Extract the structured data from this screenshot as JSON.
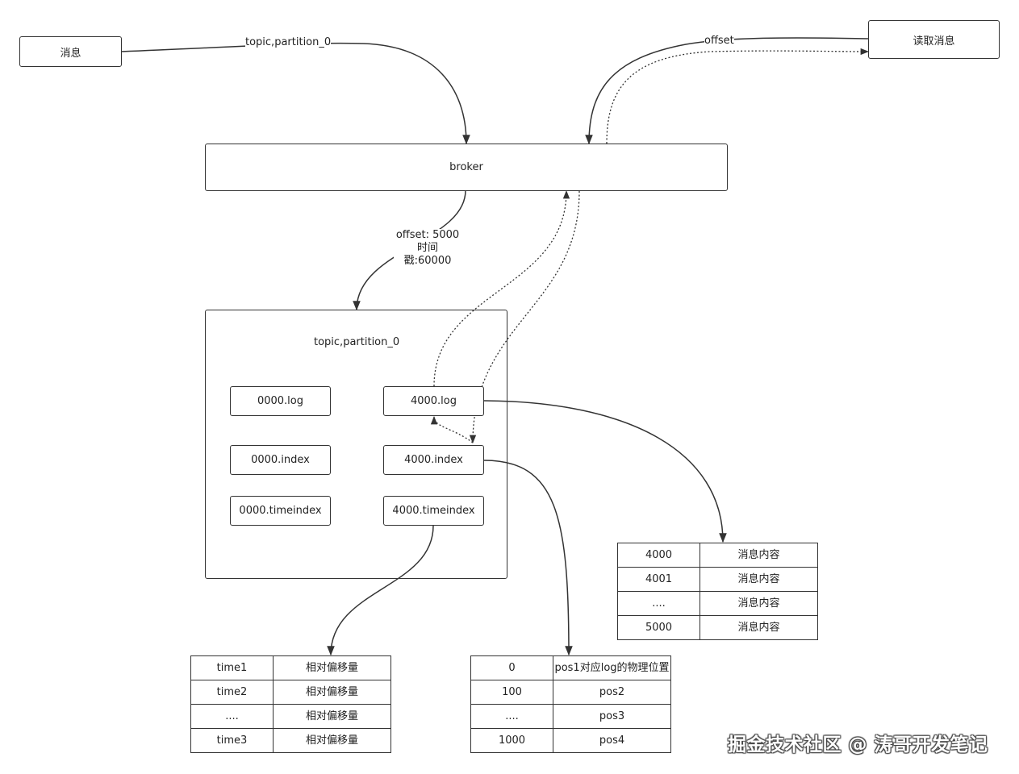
{
  "nodes": {
    "message": "消息",
    "read_message": "读取消息",
    "broker": "broker",
    "partition_title": "topic,partition_0",
    "file_0000_log": "0000.log",
    "file_0000_index": "0000.index",
    "file_0000_timeindex": "0000.timeindex",
    "file_4000_log": "4000.log",
    "file_4000_index": "4000.index",
    "file_4000_timeindex": "4000.timeindex"
  },
  "edge_labels": {
    "produce": "topic,partition_0",
    "consume": "offset",
    "broker_to_partition_line1": "offset: 5000",
    "broker_to_partition_line2": "时间戳:60000"
  },
  "log_table": {
    "rows": [
      [
        "4000",
        "消息内容"
      ],
      [
        "4001",
        "消息内容"
      ],
      [
        "....",
        "消息内容"
      ],
      [
        "5000",
        "消息内容"
      ]
    ]
  },
  "timeindex_table": {
    "rows": [
      [
        "time1",
        "相对偏移量"
      ],
      [
        "time2",
        "相对偏移量"
      ],
      [
        "....",
        "相对偏移量"
      ],
      [
        "time3",
        "相对偏移量"
      ]
    ]
  },
  "index_table": {
    "rows": [
      [
        "0",
        "pos1对应log的物理位置"
      ],
      [
        "100",
        "pos2"
      ],
      [
        "....",
        "pos3"
      ],
      [
        "1000",
        "pos4"
      ]
    ]
  },
  "watermark": "掘金技术社区 @ 涛哥开发笔记"
}
